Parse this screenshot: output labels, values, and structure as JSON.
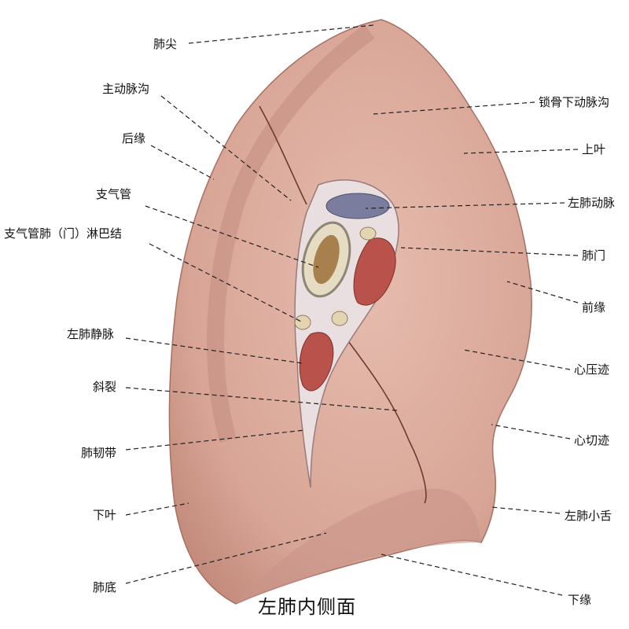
{
  "title": "左肺内侧面",
  "colors": {
    "lung": "#dcab9c",
    "lung_dark": "#b98275",
    "hilum": "#eadfe0",
    "vein": "#b8524a",
    "artery": "#7b7d9e",
    "bronchus": "#e6dcc4"
  },
  "labels_left": [
    {
      "text": "肺尖"
    },
    {
      "text": "主动脉沟"
    },
    {
      "text": "后缘"
    },
    {
      "text": "支气管"
    },
    {
      "text": "支气管肺（门）淋巴结"
    },
    {
      "text": "左肺静脉"
    },
    {
      "text": "斜裂"
    },
    {
      "text": "肺韧带"
    },
    {
      "text": "下叶"
    },
    {
      "text": "肺底"
    }
  ],
  "labels_right": [
    {
      "text": "锁骨下动脉沟"
    },
    {
      "text": "上叶"
    },
    {
      "text": "左肺动脉"
    },
    {
      "text": "肺门"
    },
    {
      "text": "前缘"
    },
    {
      "text": "心压迹"
    },
    {
      "text": "心切迹"
    },
    {
      "text": "左肺小舌"
    },
    {
      "text": "下缘"
    }
  ]
}
